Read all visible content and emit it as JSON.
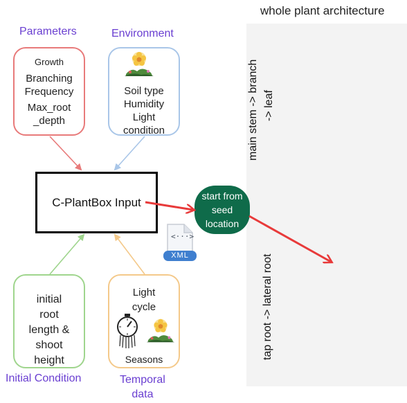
{
  "title": "whole plant architecture",
  "sections": {
    "parameters": "Parameters",
    "environment": "Environment",
    "initial_condition": "Initial Condition",
    "temporal_line1": "Temporal",
    "temporal_line2": "data"
  },
  "parameters_box": [
    "Growth",
    "Branching",
    "Frequency",
    "Max_root",
    "_depth"
  ],
  "environment_box": [
    "Soil type",
    "Humidity",
    "Light",
    "condition"
  ],
  "initial_box": [
    "initial",
    "root",
    "length &",
    "shoot",
    "height"
  ],
  "temporal_box": {
    "top1": "Light",
    "top2": "cycle",
    "bottom": "Seasons"
  },
  "main_box": "C-PlantBox Input",
  "circle": [
    "start from",
    "seed",
    "location"
  ],
  "xml_label": "XML",
  "xml_glyph": "<···>",
  "shoot_text_1": "main stem -> branch",
  "shoot_text_2": "-> leaf",
  "root_text": "tap root -> lateral root",
  "colors": {
    "parameters_border": "#e87a7a",
    "environment_border": "#a9c6e8",
    "initial_border": "#9fd58d",
    "temporal_border": "#f4c98a",
    "section_label": "#6a3fd1",
    "seed_circle": "#0f6b4a",
    "red_arrow": "#e83a3a"
  },
  "icons": [
    "flower-sun-icon",
    "timer-icon",
    "xml-file-icon"
  ]
}
